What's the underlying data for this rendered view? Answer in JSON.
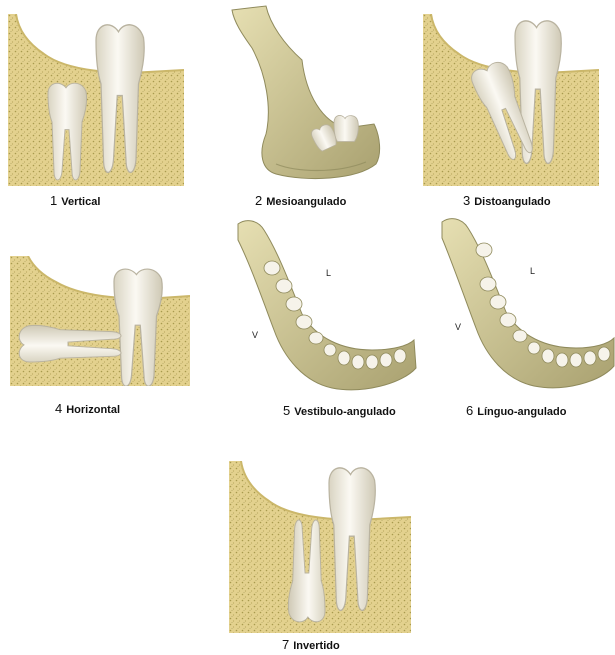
{
  "figure": {
    "panels": [
      {
        "number": "1",
        "label": "Vertical"
      },
      {
        "number": "2",
        "label": "Mesioangulado"
      },
      {
        "number": "3",
        "label": "Distoangulado"
      },
      {
        "number": "4",
        "label": "Horizontal"
      },
      {
        "number": "5",
        "label": "Vestibulo-angulado"
      },
      {
        "number": "6",
        "label": "Línguo-angulado"
      },
      {
        "number": "7",
        "label": "Invertido"
      }
    ],
    "jaw_labels": {
      "lingual": "L",
      "vestibular": "V"
    }
  },
  "colors": {
    "bone": "#e3d18e",
    "bone_dots": "#a89a4e",
    "gum_line": "#cbb76a",
    "tooth": "#f4f1ea",
    "tooth_shade": "#cfcab8",
    "jaw_bone": "#d2c992",
    "jaw_shade": "#8f8a5c"
  }
}
